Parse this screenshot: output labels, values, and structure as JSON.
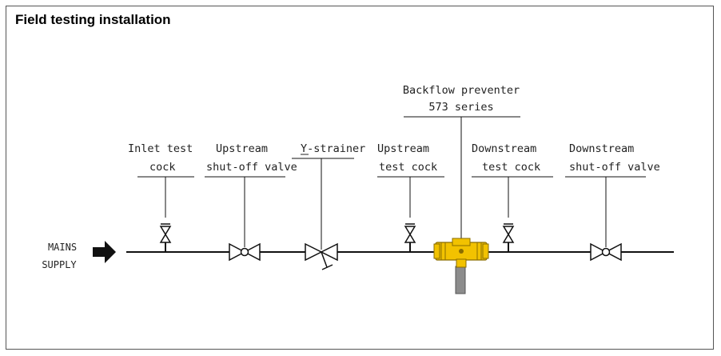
{
  "title": "Field testing installation",
  "supply_label": {
    "line1": "MAINS",
    "line2": "SUPPLY"
  },
  "components": {
    "inlet_test_cock": {
      "line1": "Inlet test",
      "line2": "cock"
    },
    "upstream_shutoff": {
      "line1": "Upstream",
      "line2": "shut-off valve"
    },
    "y_strainer": {
      "line1": "Y-strainer"
    },
    "upstream_test_cock": {
      "line1": "Upstream",
      "line2": "test cock"
    },
    "backflow_preventer": {
      "line1": "Backflow preventer",
      "line2": "573 series"
    },
    "downstream_test_cock": {
      "line1": "Downstream",
      "line2": "test cock"
    },
    "downstream_shutoff": {
      "line1": "Downstream",
      "line2": "shut-off valve"
    }
  },
  "colors": {
    "pipe": "#111111",
    "brass": "#f2c200",
    "brass_dark": "#8a6d00",
    "drain": "#8c8c8c",
    "frame": "#555555"
  }
}
